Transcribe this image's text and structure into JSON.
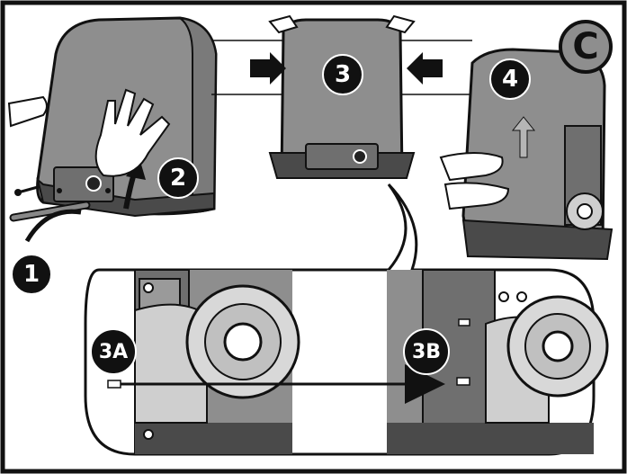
{
  "panel_letter": "C",
  "step_labels": {
    "step1": "1",
    "step2": "2",
    "step3": "3",
    "step4": "4",
    "step3a": "3A",
    "step3b": "3B"
  },
  "colors": {
    "housing": "#8e8e8e",
    "housing_dark": "#6f6f6f",
    "base": "#4a4a4a",
    "outline": "#111111",
    "badge": "#111111"
  }
}
